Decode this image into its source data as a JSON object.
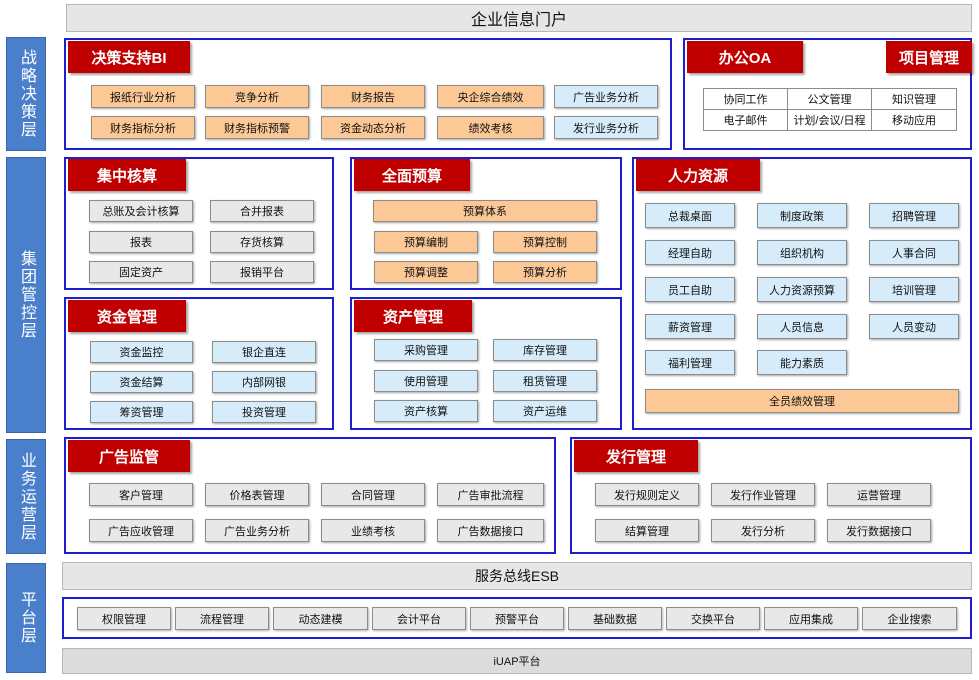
{
  "portal_title": "企业信息门户",
  "layers": [
    "战略决策层",
    "集团管控层",
    "业务运营层",
    "平台层"
  ],
  "bi": {
    "title": "决策支持BI",
    "items": [
      "报纸行业分析",
      "竞争分析",
      "财务报告",
      "央企综合绩效",
      "广告业务分析",
      "财务指标分析",
      "财务指标预警",
      "资金动态分析",
      "绩效考核",
      "发行业务分析"
    ]
  },
  "oa": {
    "title": "办公OA",
    "project_title": "项目管理",
    "grid": [
      "协同工作",
      "公文管理",
      "知识管理",
      "电子邮件",
      "计划/会议/日程",
      "移动应用"
    ]
  },
  "accounting": {
    "title": "集中核算",
    "items": [
      "总账及会计核算",
      "合并报表",
      "报表",
      "存货核算",
      "固定资产",
      "报销平台"
    ]
  },
  "budget": {
    "title": "全面预算",
    "system": "预算体系",
    "items": [
      "预算编制",
      "预算控制",
      "预算调整",
      "预算分析"
    ]
  },
  "hr": {
    "title": "人力资源",
    "items": [
      "总裁桌面",
      "制度政策",
      "招聘管理",
      "经理自助",
      "组织机构",
      "人事合同",
      "员工自助",
      "人力资源预算",
      "培训管理",
      "薪资管理",
      "人员信息",
      "人员变动",
      "福利管理",
      "能力素质"
    ],
    "footer": "全员绩效管理"
  },
  "funds": {
    "title": "资金管理",
    "items": [
      "资金监控",
      "银企直连",
      "资金结算",
      "内部网银",
      "筹资管理",
      "投资管理"
    ]
  },
  "assets": {
    "title": "资产管理",
    "items": [
      "采购管理",
      "库存管理",
      "使用管理",
      "租赁管理",
      "资产核算",
      "资产运维"
    ]
  },
  "ads": {
    "title": "广告监管",
    "items": [
      "客户管理",
      "价格表管理",
      "合同管理",
      "广告审批流程",
      "广告应收管理",
      "广告业务分析",
      "业绩考核",
      "广告数据接口"
    ]
  },
  "dist": {
    "title": "发行管理",
    "items": [
      "发行规则定义",
      "发行作业管理",
      "运营管理",
      "结算管理",
      "发行分析",
      "发行数据接口"
    ]
  },
  "esb": "服务总线ESB",
  "platform_items": [
    "权限管理",
    "流程管理",
    "动态建模",
    "会计平台",
    "预警平台",
    "基础数据",
    "交换平台",
    "应用集成",
    "企业搜索"
  ],
  "iuap": "iUAP平台",
  "colors": {
    "header_red": "#c00000",
    "panel_border": "#1e1ecf",
    "layer_blue": "#4a7fcb",
    "box_orange": "#fbc896",
    "box_blue": "#d6ecfa",
    "box_gray": "#e8e8e8"
  }
}
